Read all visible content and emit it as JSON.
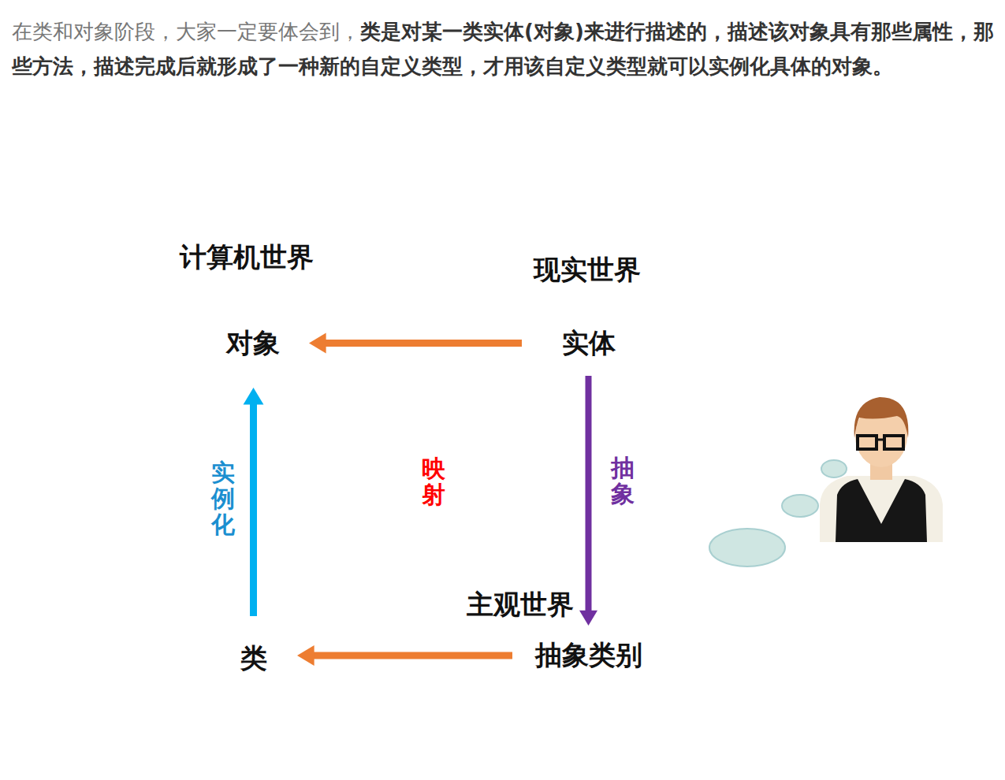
{
  "diagram": {
    "nodes": [
      {
        "text": [
          "计算机世界"
        ]
      },
      {
        "text": [
          "对象"
        ],
        "in": 0
      },
      {
        "text": [
          "类"
        ],
        "in": 0
      },
      {
        "text": [
          "现实世界"
        ]
      },
      {
        "text": [
          "实体"
        ],
        "in": 3
      },
      {
        "text": [
          "主观世界"
        ]
      },
      {
        "text": [
          "抽象类别"
        ],
        "in": 5
      }
    ],
    "edges": [
      {
        "from": 4,
        "to": 1,
        "arrow": "to"
      },
      {
        "from": 6,
        "to": 2,
        "arrow": "to"
      },
      {
        "from": 2,
        "to": 1,
        "label": "实例化",
        "arrow": "to"
      },
      {
        "from": 4,
        "to": 6,
        "label": "抽象",
        "arrow": "to"
      }
    ],
    "labels": [
      "在类和对象阶段，大家一定要体会到，",
      "类是对某一类实体(对象)来进行描述的，描述该对象具有那些属性，那些方法，描述完成后就形成了一种新的自定义类型，才用该自定义类型就可以实例化具体的对象。",
      "映射"
    ]
  }
}
